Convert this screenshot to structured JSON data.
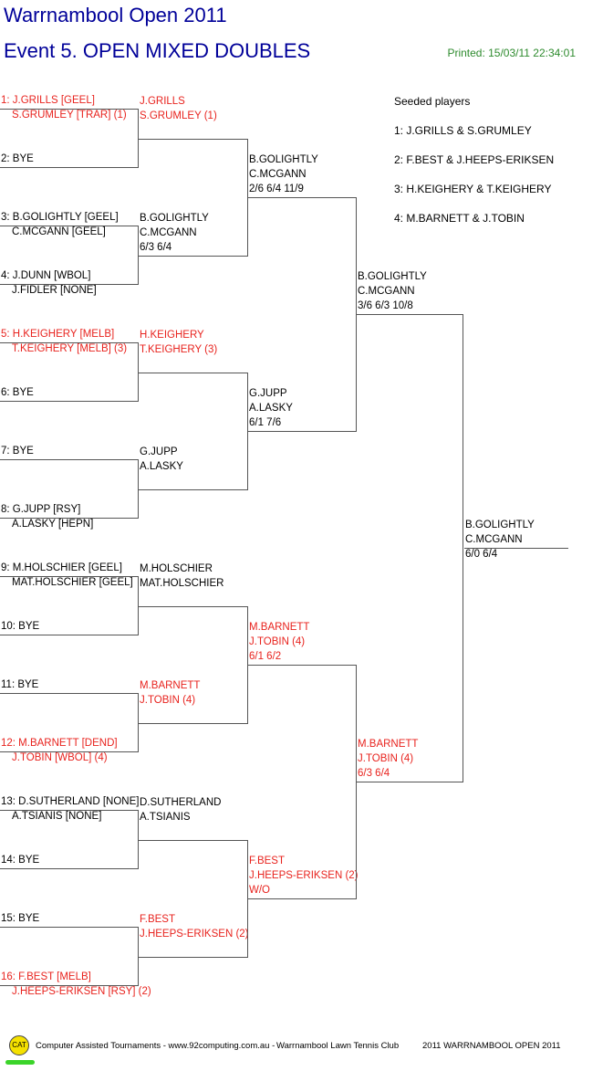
{
  "header": {
    "title": "Warrnambool Open 2011",
    "event": "Event 5. OPEN MIXED DOUBLES",
    "printed": "Printed: 15/03/11 22:34:01"
  },
  "seeds": {
    "heading": "Seeded players",
    "items": [
      "1: J.GRILLS & S.GRUMLEY",
      "2: F.BEST & J.HEEPS-ERIKSEN",
      "3: H.KEIGHERY & T.KEIGHERY",
      "4: M.BARNETT & J.TOBIN"
    ]
  },
  "draw": [
    {
      "l1": "1: J.GRILLS [GEEL]",
      "l2": "S.GRUMLEY [TRAR] (1)",
      "seeded": true
    },
    {
      "l1": "2: BYE",
      "l2": "",
      "seeded": false
    },
    {
      "l1": "3: B.GOLIGHTLY [GEEL]",
      "l2": "C.MCGANN [GEEL]",
      "seeded": false
    },
    {
      "l1": "4: J.DUNN [WBOL]",
      "l2": "J.FIDLER [NONE]",
      "seeded": false
    },
    {
      "l1": "5: H.KEIGHERY [MELB]",
      "l2": "T.KEIGHERY [MELB] (3)",
      "seeded": true
    },
    {
      "l1": "6: BYE",
      "l2": "",
      "seeded": false
    },
    {
      "l1": "7: BYE",
      "l2": "",
      "seeded": false
    },
    {
      "l1": "8: G.JUPP [RSY]",
      "l2": "A.LASKY [HEPN]",
      "seeded": false
    },
    {
      "l1": "9: M.HOLSCHIER [GEEL]",
      "l2": "MAT.HOLSCHIER [GEEL]",
      "seeded": false
    },
    {
      "l1": "10: BYE",
      "l2": "",
      "seeded": false
    },
    {
      "l1": "11: BYE",
      "l2": "",
      "seeded": false
    },
    {
      "l1": "12: M.BARNETT [DEND]",
      "l2": "J.TOBIN [WBOL] (4)",
      "seeded": true
    },
    {
      "l1": "13: D.SUTHERLAND [NONE]",
      "l2": "A.TSIANIS [NONE]",
      "seeded": false
    },
    {
      "l1": "14: BYE",
      "l2": "",
      "seeded": false
    },
    {
      "l1": "15: BYE",
      "l2": "",
      "seeded": false
    },
    {
      "l1": "16: F.BEST [MELB]",
      "l2": "J.HEEPS-ERIKSEN [RSY] (2)",
      "seeded": true
    }
  ],
  "r2": [
    {
      "l1": "J.GRILLS",
      "l2": "S.GRUMLEY (1)",
      "score": "",
      "seeded": true
    },
    {
      "l1": "B.GOLIGHTLY",
      "l2": "C.MCGANN",
      "score": "6/3 6/4",
      "seeded": false
    },
    {
      "l1": "H.KEIGHERY",
      "l2": "T.KEIGHERY (3)",
      "score": "",
      "seeded": true
    },
    {
      "l1": "G.JUPP",
      "l2": "A.LASKY",
      "score": "",
      "seeded": false
    },
    {
      "l1": "M.HOLSCHIER",
      "l2": "MAT.HOLSCHIER",
      "score": "",
      "seeded": false
    },
    {
      "l1": "M.BARNETT",
      "l2": "J.TOBIN (4)",
      "score": "",
      "seeded": true
    },
    {
      "l1": "D.SUTHERLAND",
      "l2": "A.TSIANIS",
      "score": "",
      "seeded": false
    },
    {
      "l1": "F.BEST",
      "l2": "J.HEEPS-ERIKSEN (2)",
      "score": "",
      "seeded": true
    }
  ],
  "r3": [
    {
      "l1": "B.GOLIGHTLY",
      "l2": "C.MCGANN",
      "score": "2/6 6/4 11/9",
      "seeded": false
    },
    {
      "l1": "G.JUPP",
      "l2": "A.LASKY",
      "score": "6/1 7/6",
      "seeded": false
    },
    {
      "l1": "M.BARNETT",
      "l2": "J.TOBIN (4)",
      "score": "6/1 6/2",
      "seeded": true
    },
    {
      "l1": "F.BEST",
      "l2": "J.HEEPS-ERIKSEN (2)",
      "score": "W/O",
      "seeded": true
    }
  ],
  "r4": [
    {
      "l1": "B.GOLIGHTLY",
      "l2": "C.MCGANN",
      "score": "3/6 6/3 10/8",
      "seeded": false
    },
    {
      "l1": "M.BARNETT",
      "l2": "J.TOBIN (4)",
      "score": "6/3 6/4",
      "seeded": true
    }
  ],
  "winner": {
    "l1": "B.GOLIGHTLY",
    "l2": "C.MCGANN",
    "score": "6/0 6/4",
    "seeded": false
  },
  "footer": {
    "logo_text": "CAT",
    "credit": "Computer Assisted Tournaments - www.92computing.com.au -",
    "club": "Warrnambool Lawn Tennis Club",
    "event_name": "2011 WARRNAMBOOL OPEN 2011"
  },
  "colors": {
    "seeded": "#e8231e",
    "title": "#000099",
    "printed": "#2e8b2e"
  }
}
